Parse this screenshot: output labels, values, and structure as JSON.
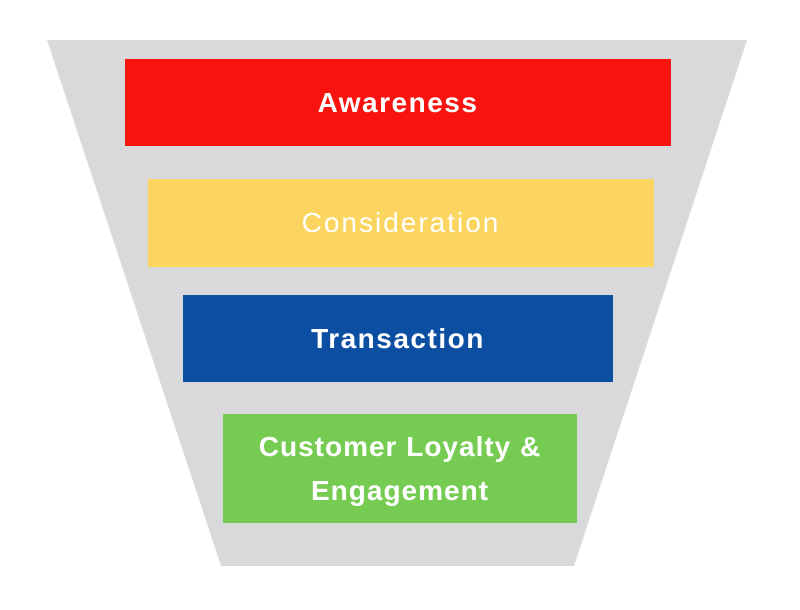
{
  "funnel": {
    "canvas_background": "#FFFFFF",
    "trapezoid_color": "#D9D9DB",
    "text_color": "#FFFFFF",
    "stages": [
      {
        "label": "Awareness",
        "color": "#F9130F"
      },
      {
        "label": "Consideration",
        "color": "#FBD55F"
      },
      {
        "label": "Transaction",
        "color": "#0B4EA2"
      },
      {
        "label": "Customer Loyalty & Engagement",
        "color": "#76CB52"
      }
    ]
  }
}
